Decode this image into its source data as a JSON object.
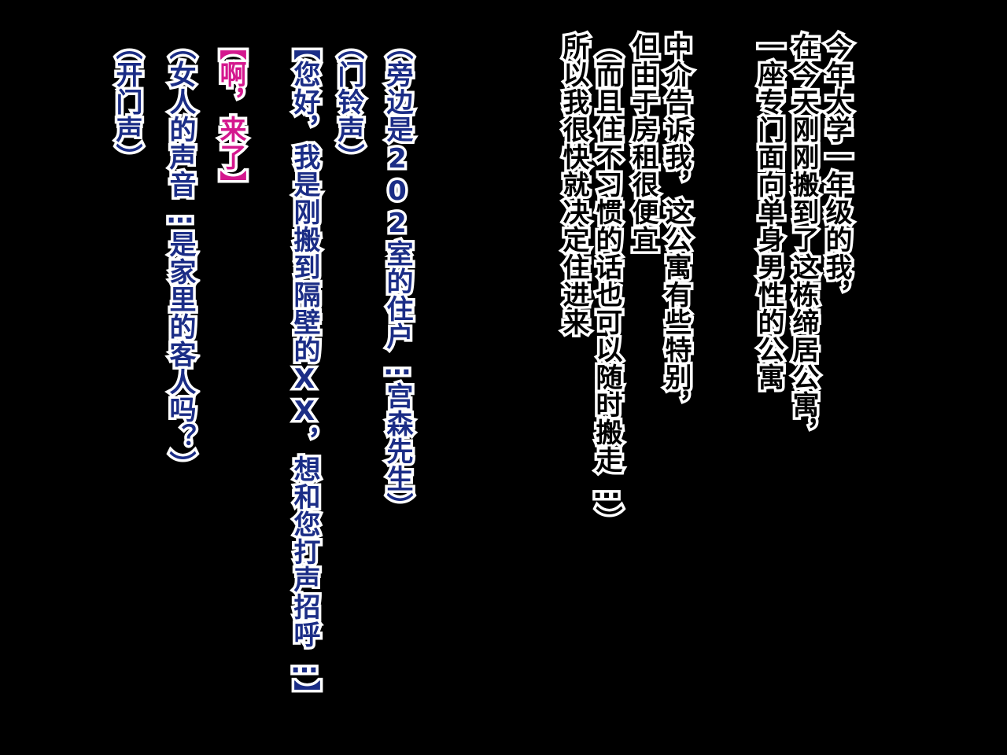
{
  "colors": {
    "background": "#000000",
    "outline": "#ffffff",
    "narration_text": "#000000",
    "blue_text": "#1b2d86",
    "pink_text": "#d4188e"
  },
  "lines": [
    {
      "id": "l1",
      "text": "今年大学一年级的我，",
      "style": "narration"
    },
    {
      "id": "l2",
      "text": "在今天刚刚搬到了这栋缔居公寓，",
      "style": "narration"
    },
    {
      "id": "l3",
      "text": "一座专门面向单身男性的公寓",
      "style": "narration"
    },
    {
      "id": "l4",
      "text": "中介告诉我，这公寓有些特别，",
      "style": "narration"
    },
    {
      "id": "l5",
      "text": "但由于房租很便宜",
      "style": "narration"
    },
    {
      "id": "l6",
      "text": "（而且住不习惯的话也可以随时搬走…）",
      "style": "narration"
    },
    {
      "id": "l7",
      "text": "所以我很快就决定住进来",
      "style": "narration"
    },
    {
      "id": "l8",
      "text": "（旁边是202室的住户…宫森先生）",
      "style": "blue"
    },
    {
      "id": "l9",
      "text": "（门铃声）",
      "style": "blue"
    },
    {
      "id": "l10",
      "text": "【您好，我是刚搬到隔壁的XX，想和您打声招呼…】",
      "style": "blue"
    },
    {
      "id": "l11",
      "text": "【啊，来了】",
      "style": "pink"
    },
    {
      "id": "l12",
      "text": "（女人的声音…是家里的客人吗？）",
      "style": "blue"
    },
    {
      "id": "l13",
      "text": "（开门声）",
      "style": "blue"
    }
  ]
}
